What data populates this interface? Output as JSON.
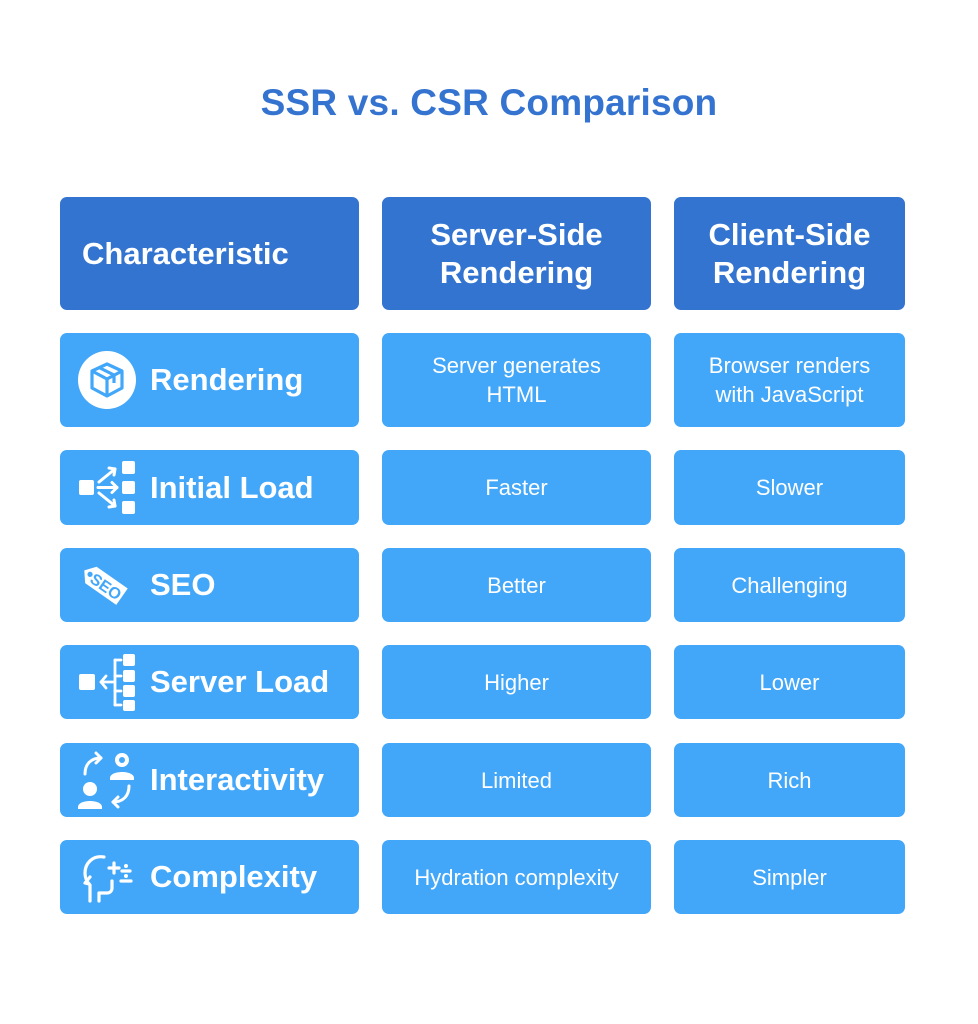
{
  "title": "SSR vs. CSR Comparison",
  "headers": {
    "characteristic": "Characteristic",
    "ssr_line1": "Server-Side",
    "ssr_line2": "Rendering",
    "csr_line1": "Client-Side",
    "csr_line2": "Rendering"
  },
  "rows": [
    {
      "label": "Rendering",
      "icon": "cube-icon",
      "ssr_line1": "Server generates",
      "ssr_line2": "HTML",
      "csr_line1": "Browser renders",
      "csr_line2": "with JavaScript"
    },
    {
      "label": "Initial Load",
      "icon": "flow-arrows-icon",
      "ssr": "Faster",
      "csr": "Slower"
    },
    {
      "label": "SEO",
      "icon": "seo-tag-icon",
      "ssr": "Better",
      "csr": "Challenging"
    },
    {
      "label": "Server Load",
      "icon": "branch-hierarchy-icon",
      "ssr": "Higher",
      "csr": "Lower"
    },
    {
      "label": "Interactivity",
      "icon": "user-exchange-icon",
      "ssr": "Limited",
      "csr": "Rich"
    },
    {
      "label": "Complexity",
      "icon": "head-math-icon",
      "ssr": "Hydration complexity",
      "csr": "Simpler"
    }
  ],
  "colors": {
    "title": "#3473cf",
    "header_bg": "#3374d0",
    "cell_bg": "#43a7f9",
    "text": "#ffffff"
  }
}
